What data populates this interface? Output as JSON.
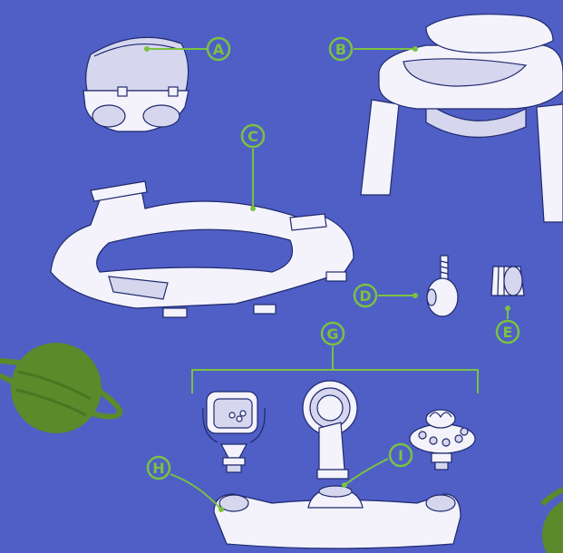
{
  "colors": {
    "background": "#4f5fc6",
    "accent": "#7bc142",
    "part_fill": "#f4f2fb",
    "part_shadow": "#d6d6ee",
    "outline": "#1f2a6e",
    "planet": "#5a8a2a"
  },
  "callouts": {
    "a": "A",
    "b": "B",
    "c": "C",
    "d": "D",
    "e": "E",
    "g": "G",
    "h": "H",
    "i": "I"
  }
}
